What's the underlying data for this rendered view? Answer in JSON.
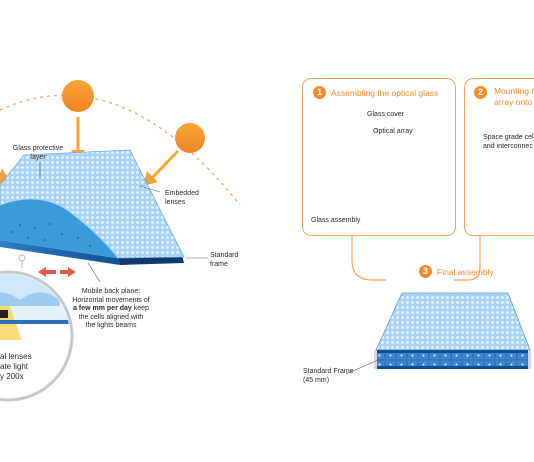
{
  "left": {
    "glass_layer_label": "Glass protective layer",
    "lenses_label": "Embedded lenses",
    "frame_label": "Standard frame",
    "mobile_title": "Mobile back plane:",
    "mobile_line2": "Horizontal movements of",
    "mobile_bold": "a few mm per day",
    "mobile_line3_tail": " keep",
    "mobile_line4": "the cells aligned with",
    "mobile_line5": "the lights beams",
    "lens_text_1": "al lenses",
    "lens_text_2": "ate light",
    "lens_text_3": "y 200x"
  },
  "steps": [
    {
      "number": "1",
      "title": "Assembling the optical glass"
    },
    {
      "number": "2",
      "title": "Mounting t"
    },
    {
      "number": "3",
      "title": "Final assembly"
    }
  ],
  "step1": {
    "glass_cover": "Glass cover",
    "optical_array": "Optical array",
    "glass_assembly": "Glass assembly"
  },
  "step2": {
    "title_line2": "array onto",
    "cells_line1": "Space grade cel",
    "cells_line2": "and interconnec"
  },
  "step3": {
    "frame_label_1": "Standard Frame",
    "frame_label_2": "(45 mm)"
  },
  "colors": {
    "accent_orange": "#f28b2c",
    "panel_blue": "#7fb6e6",
    "frame_dark": "#1f4f86",
    "sun": "#f39a2e",
    "arrow_red": "#e8584a"
  }
}
